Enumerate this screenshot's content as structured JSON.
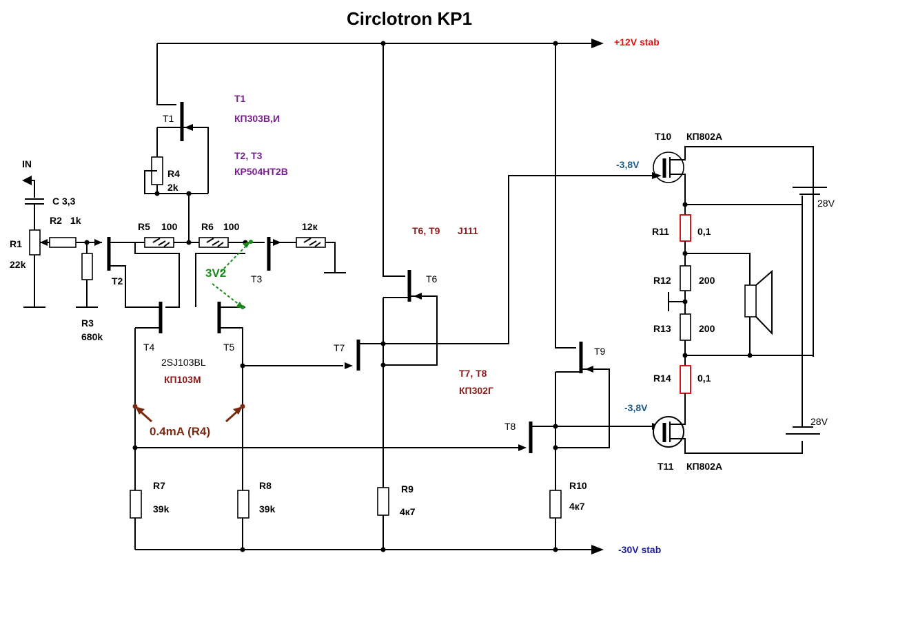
{
  "title": "Circlotron KP1",
  "rails": {
    "positive": "+12V stab",
    "negative": "-30V stab"
  },
  "input": {
    "label": "IN",
    "capacitor": "C  3,3"
  },
  "components": {
    "R1": {
      "name": "R1",
      "value": "22k"
    },
    "R2": {
      "name": "R2",
      "value": "1k"
    },
    "R3": {
      "name": "R3",
      "value": "680k"
    },
    "R4": {
      "name": "R4",
      "value": "2k"
    },
    "R5": {
      "name": "R5",
      "value": "100"
    },
    "R6": {
      "name": "R6",
      "value": "100"
    },
    "R_load": {
      "value": "12к"
    },
    "R7": {
      "name": "R7",
      "value": "39k"
    },
    "R8": {
      "name": "R8",
      "value": "39k"
    },
    "R9": {
      "name": "R9",
      "value": "4к7"
    },
    "R10": {
      "name": "R10",
      "value": "4к7"
    },
    "R11": {
      "name": "R11",
      "value": "0,1"
    },
    "R12": {
      "name": "R12",
      "value": "200"
    },
    "R13": {
      "name": "R13",
      "value": "200"
    },
    "R14": {
      "name": "R14",
      "value": "0,1"
    }
  },
  "transistors": {
    "T1": "T1",
    "T2": "T2",
    "T3": "T3",
    "T4": "T4",
    "T5": "T5",
    "T6": "T6",
    "T7": "T7",
    "T8": "T8",
    "T9": "T9",
    "T10": "T10",
    "T11": "T11"
  },
  "notes": {
    "t1_label": "T1",
    "t1_type": "КП303В,И",
    "t23_label": "T2, T3",
    "t23_type": "КР504НТ2В",
    "t69_label": "T6, T9",
    "t69_type": "J111",
    "t45_type_a": "2SJ103BL",
    "t45_type_b": "КП103М",
    "t78_label": "T7, T8",
    "t78_type": "КП302Г",
    "t10_type": "КП802А",
    "t11_type": "КП802А",
    "voltage_3v2": "3V2",
    "current": "0.4mA (R4)",
    "gate_v_top": "-3,8V",
    "gate_v_bot": "-3,8V",
    "battery_top": "28V",
    "battery_bot": "28V"
  },
  "colors": {
    "purple": "#7a1f8f",
    "maroon": "#8b1a1a",
    "red": "#e01010",
    "blue": "#1a1aa0",
    "green": "#1a8a1a",
    "brown": "#7b2a12"
  }
}
